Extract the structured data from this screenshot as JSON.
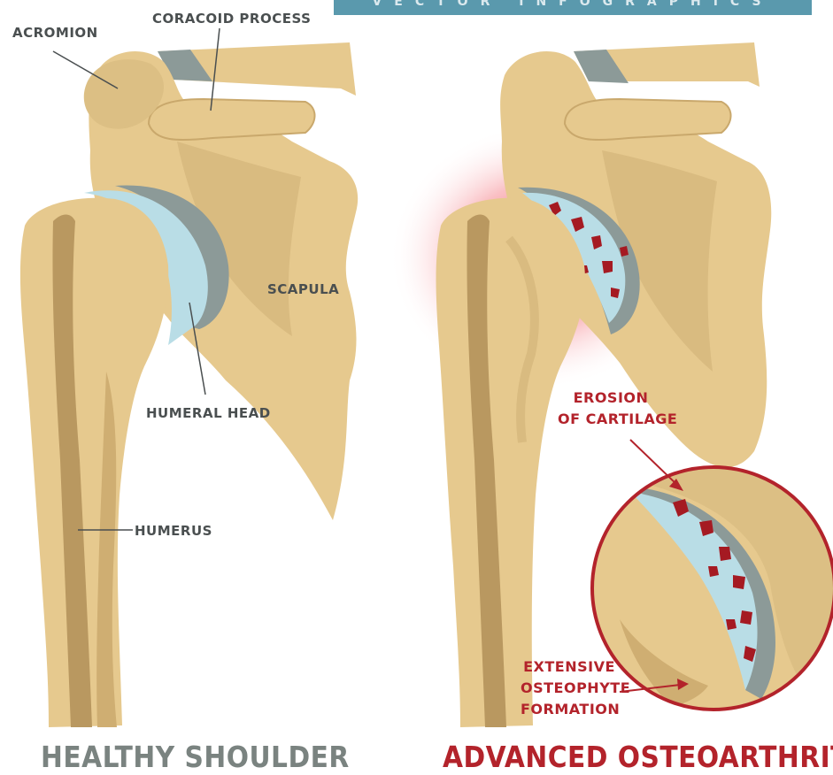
{
  "banner": "VECTOR INFOGRAPHICS",
  "labels": {
    "acromion": "ACROMION",
    "coracoid": "CORACOID PROCESS",
    "scapula": "SCAPULA",
    "humeral_head": "HUMERAL HEAD",
    "humerus": "HUMERUS",
    "erosion_line1": "EROSION",
    "erosion_line2": "OF CARTILAGE",
    "osteophyte_line1": "EXTENSIVE",
    "osteophyte_line2": "OSTEOPHYTE",
    "osteophyte_line3": "FORMATION"
  },
  "titles": {
    "healthy": "HEALTHY SHOULDER",
    "diseased": "ADVANCED OSTEOARTHRITIS"
  },
  "colors": {
    "bone": "#e6c98e",
    "bone_shade": "#cfae72",
    "bone_dark": "#b99860",
    "cartilage": "#b9dde6",
    "cartilage_edge": "#8c9a98",
    "inflammation": "#e8192c",
    "title_gray": "#7a8380",
    "title_red": "#b3232b"
  }
}
